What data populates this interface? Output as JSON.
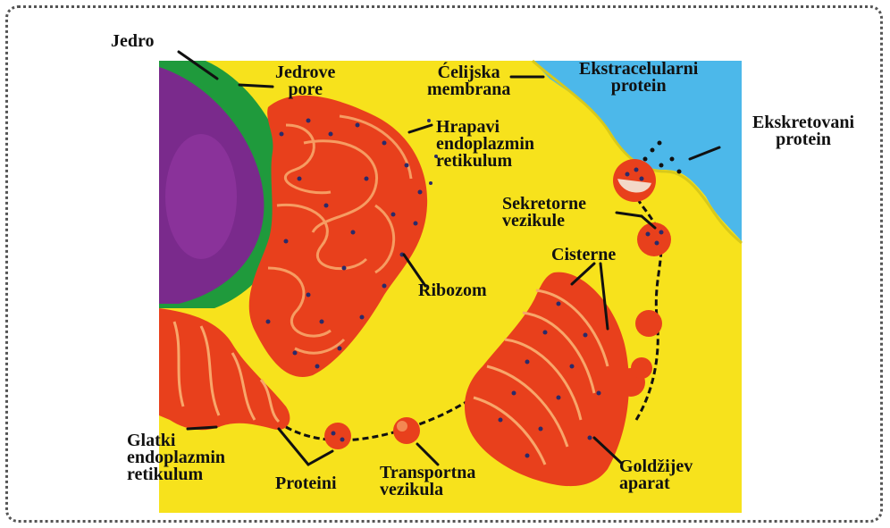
{
  "labels": {
    "jedro": "Jedro",
    "jedrove_pore": "Jedrove\npore",
    "celijska_membrana": "Ćelijska\nmembrana",
    "ekstracelularni_protein": "Ekstracelularni\nprotein",
    "ekskretovani_protein": "Ekskretovani\nprotein",
    "hrapavi_er": "Hrapavi\nendoplazmin\nretikulum",
    "sekretorne_vezikule": "Sekretorne\nvezikule",
    "cisterne": "Cisterne",
    "ribozom": "Ribozom",
    "glatki_er": "Glatki\nendoplazmin\nretikulum",
    "proteini": "Proteini",
    "transportna_vezikula": "Transportna\nvezikula",
    "goldzijev_aparat": "Goldžijev\naparat"
  },
  "colors": {
    "cytoplasm": "#f7e21c",
    "extracellular": "#4cb8ea",
    "nucleus": "#7a2a8c",
    "nuclear_envelope": "#1f9a3c",
    "organelle": "#e8401c",
    "organelle_highlight": "#f8a66a",
    "ribosome": "#2a2a6a"
  }
}
